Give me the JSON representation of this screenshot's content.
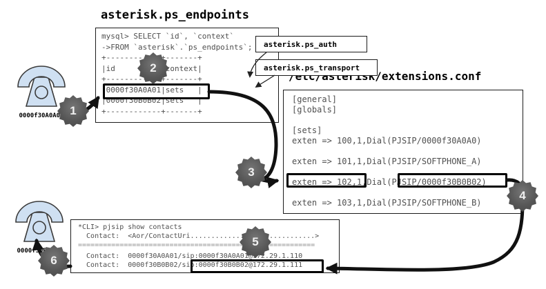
{
  "colors": {
    "phone_fill": "#cfe0f2",
    "phone_stroke": "#3a3a3a",
    "badge_fill": "#565656",
    "arrow": "#111111"
  },
  "phones": {
    "caller": {
      "label": "0000f30A0A01"
    },
    "callee": {
      "label": "0000f30B0B02"
    }
  },
  "mysql_panel": {
    "title": "asterisk.ps_endpoints",
    "lines": [
      "mysql> SELECT `id`, `context`",
      "->FROM `asterisk`.`ps_endpoints`;",
      "+------------+-------+",
      "|id          |context|",
      "+------------+-------+",
      "|0000f30A0A01|sets   |",
      "|0000f30B0B02|sets   |",
      "+------------+-------+"
    ],
    "highlighted_row": "0000f30A0A01|sets"
  },
  "related_tables": {
    "auth": "asterisk.ps_auth",
    "transport": "asterisk.ps_transport"
  },
  "extensions_panel": {
    "title": "/etc/asterisk/extensions.conf",
    "lines": [
      "[general]",
      "[globals]",
      "",
      "[sets]",
      "exten => 100,1,Dial(PJSIP/0000f30A0A0)",
      "",
      "exten => 101,1,Dial(PJSIP/SOFTPHONE_A)",
      "",
      "exten => 102,1,Dial(PJSIP/0000f30B0B02)",
      "",
      "exten => 103,1,Dial(PJSIP/SOFTPHONE_B)"
    ],
    "highlights": [
      "exten => 102,",
      "JSIP/0000f30B0B02)"
    ]
  },
  "cli_panel": {
    "lines": [
      "*CLI> pjsip show contacts",
      "  Contact:  <Aor/ContactUri..............................>",
      "=========================================================",
      "  Contact:  0000f30A0A01/sip:0000f30A0A01@172.29.1.110",
      "  Contact:  0000f30B0B02/sip:0000f30B0B02@172.29.1.111"
    ],
    "highlight": ":0000f30B0B02@172.29.1.111"
  },
  "badges": {
    "b1": "1",
    "b2": "2",
    "b3": "3",
    "b4": "4",
    "b5": "5",
    "b6": "6"
  }
}
